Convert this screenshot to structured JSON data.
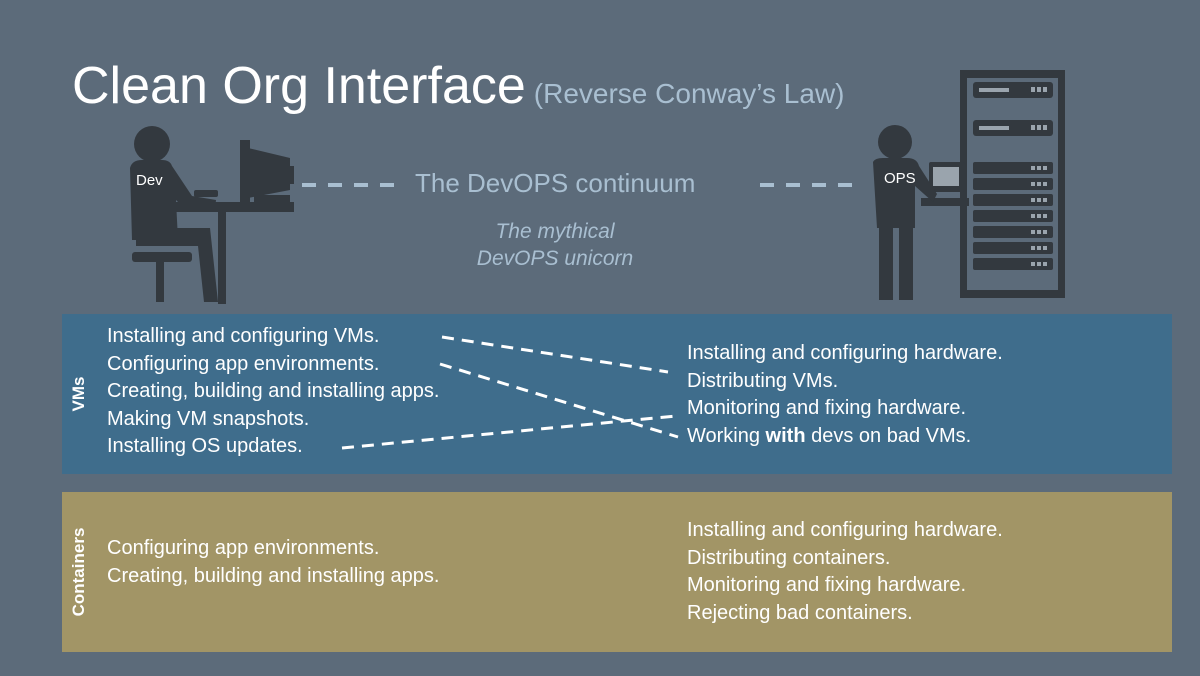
{
  "title": "Clean Org Interface",
  "subtitle": "(Reverse Conway’s Law)",
  "continuum_label": "The DevOPS continuum",
  "unicorn_label": {
    "line1": "The mythical",
    "line2": "DevOPS unicorn"
  },
  "dev_label": "Dev",
  "ops_label": "OPS",
  "vms": {
    "label": "VMs",
    "dev_tasks": [
      "Installing and configuring VMs.",
      "Configuring app environments.",
      "Creating, building and installing apps.",
      "Making VM snapshots.",
      "Installing OS updates."
    ],
    "ops_tasks": [
      "Installing and configuring hardware.",
      "Distributing VMs.",
      "Monitoring and fixing hardware."
    ],
    "ops_task_last": {
      "before": "Working ",
      "bold": "with",
      "after": " devs on bad VMs."
    }
  },
  "containers": {
    "label": "Containers",
    "dev_tasks": [
      "Configuring app environments.",
      "Creating, building and installing apps."
    ],
    "ops_tasks": [
      "Installing and configuring hardware.",
      "Distributing containers.",
      "Monitoring and fixing hardware.",
      "Rejecting bad containers."
    ]
  },
  "colors": {
    "background": "#5c6b7a",
    "vms_band": "#3f6d8c",
    "containers_band": "#a29566",
    "figure": "#33393f",
    "accent_text": "#a9bfd1"
  },
  "icons": {
    "dev": "developer-at-desk-icon",
    "ops": "operator-at-server-rack-icon"
  }
}
